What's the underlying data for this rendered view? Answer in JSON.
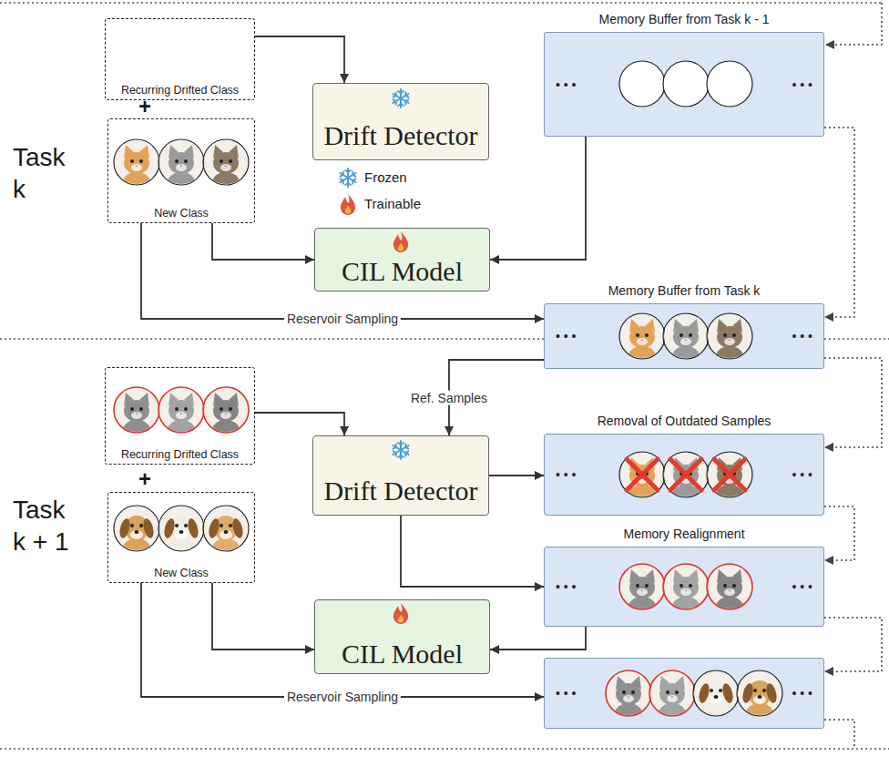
{
  "diagram": {
    "nodes": [
      {
        "text": [
          "Recurring Drifted Class"
        ]
      },
      {
        "text": [
          "New Class"
        ]
      },
      {
        "text": [
          "Drift Detector"
        ]
      },
      {
        "text": [
          "CIL Model"
        ]
      },
      {
        "text": [
          "Memory Buffer from Task k - 1",
          "• • •",
          "• • •"
        ]
      },
      {
        "text": [
          "Memory Buffer from Task k",
          "• • •",
          "• • •"
        ]
      },
      {
        "text": [
          "Recurring Drifted Class"
        ]
      },
      {
        "text": [
          "New Class"
        ]
      },
      {
        "text": [
          "Drift Detector"
        ]
      },
      {
        "text": [
          "Removal of Outdated Samples",
          "• • •",
          "• • •"
        ]
      },
      {
        "text": [
          "Memory Realignment",
          "• • •",
          "• • •"
        ]
      },
      {
        "text": [
          "CIL Model"
        ]
      },
      {
        "text": [
          "• • •",
          "• • •"
        ]
      }
    ],
    "edges": [
      {
        "from": 0,
        "to": 2,
        "arrow": "to"
      },
      {
        "from": 1,
        "to": 3,
        "arrow": "to"
      },
      {
        "from": 4,
        "to": 3,
        "arrow": "to"
      },
      {
        "from": 1,
        "to": 5,
        "label": "Reservoir Sampling",
        "arrow": "to"
      },
      {
        "from": 4,
        "to": 5,
        "arrow": "to"
      },
      {
        "from": 5,
        "to": 9,
        "arrow": "to"
      },
      {
        "from": 9,
        "to": 10,
        "arrow": "to"
      },
      {
        "from": 10,
        "to": 12,
        "arrow": "to"
      },
      {
        "from": 6,
        "to": 8,
        "arrow": "to"
      },
      {
        "from": 5,
        "to": 8,
        "label": "Ref. Samples",
        "arrow": "to"
      },
      {
        "from": 8,
        "to": 9,
        "arrow": "to"
      },
      {
        "from": 8,
        "to": 10,
        "arrow": "to"
      },
      {
        "from": 10,
        "to": 11,
        "arrow": "to"
      },
      {
        "from": 7,
        "to": 11,
        "arrow": "to"
      },
      {
        "from": 7,
        "to": 12,
        "label": "Reservoir Sampling",
        "arrow": "to"
      }
    ],
    "labels": [
      "Task k",
      "+",
      "Task k + 1",
      "+"
    ],
    "legend": [
      {
        "text": "Frozen"
      },
      {
        "text": "Trainable"
      }
    ]
  }
}
